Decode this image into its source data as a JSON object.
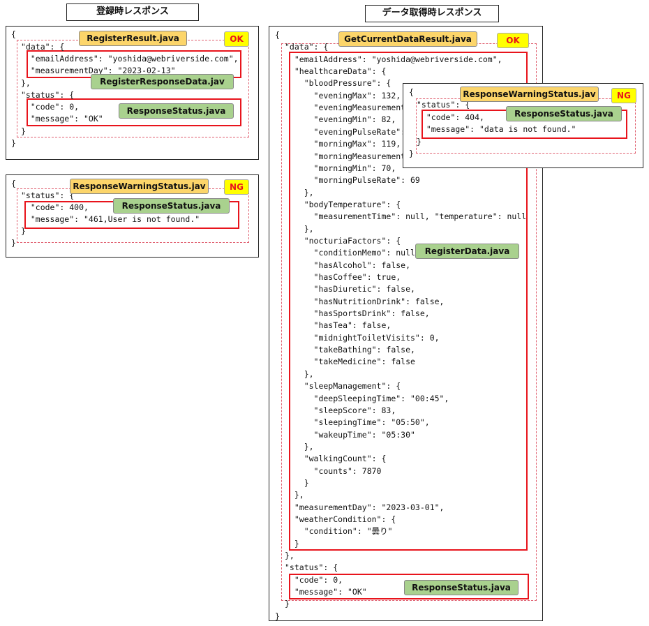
{
  "titles": {
    "register": "登録時レスポンス",
    "get": "データ取得時レスポンス"
  },
  "tags": {
    "register_result": "RegisterResult.java",
    "register_response_data": "RegisterResponseData.jav",
    "response_status": "ResponseStatus.java",
    "response_warning_status": "ResponseWarningStatus.jav",
    "get_current_data_result": "GetCurrentDataResult.java",
    "register_data": "RegisterData.java",
    "ok": "OK",
    "ng": "NG"
  },
  "register_ok": [
    "{",
    "\"data\": {",
    "  \"emailAddress\": \"yoshida@webriverside.com\",",
    "  \"measurementDay\": \"2023-02-13\"",
    "},",
    "\"status\": {",
    "  \"code\": 0,",
    "  \"message\": \"OK\"",
    "}",
    "}"
  ],
  "register_ng": [
    "{",
    "\"status\": {",
    "  \"code\": 400,",
    "  \"message\": \"461,User is not found.\"",
    "}",
    "}"
  ],
  "get_ok": [
    "{",
    "\"data\": {",
    "  \"emailAddress\": \"yoshida@webriverside.com\",",
    "  \"healthcareData\": {",
    "    \"bloodPressure\": {",
    "      \"eveningMax\": 132,",
    "      \"eveningMeasurement",
    "      \"eveningMin\": 82,",
    "      \"eveningPulseRate\":",
    "      \"morningMax\": 119,",
    "      \"morningMeasurement",
    "      \"morningMin\": 70,",
    "      \"morningPulseRate\": 69",
    "    },",
    "    \"bodyTemperature\": {",
    "      \"measurementTime\": null, \"temperature\": null",
    "    },",
    "    \"nocturiaFactors\": {",
    "      \"conditionMemo\": null,",
    "      \"hasAlcohol\": false,",
    "      \"hasCoffee\": true,",
    "      \"hasDiuretic\": false,",
    "      \"hasNutritionDrink\": false,",
    "      \"hasSportsDrink\": false,",
    "      \"hasTea\": false,",
    "      \"midnightToiletVisits\": 0,",
    "      \"takeBathing\": false,",
    "      \"takeMedicine\": false",
    "    },",
    "    \"sleepManagement\": {",
    "      \"deepSleepingTime\": \"00:45\",",
    "      \"sleepScore\": 83,",
    "      \"sleepingTime\": \"05:50\",",
    "      \"wakeupTime\": \"05:30\"",
    "    },",
    "    \"walkingCount\": {",
    "      \"counts\": 7870",
    "    }",
    "  },",
    "  \"measurementDay\": \"2023-03-01\",",
    "  \"weatherCondition\": {",
    "    \"condition\": \"曇り\"",
    "  }",
    "},",
    "\"status\": {",
    "  \"code\": 0,",
    "  \"message\": \"OK\"",
    "}",
    "}"
  ],
  "get_ng": [
    "{",
    "\"status\": {",
    "  \"code\": 404,",
    "  \"message\": \"data is not found.\"",
    "}",
    "}"
  ]
}
